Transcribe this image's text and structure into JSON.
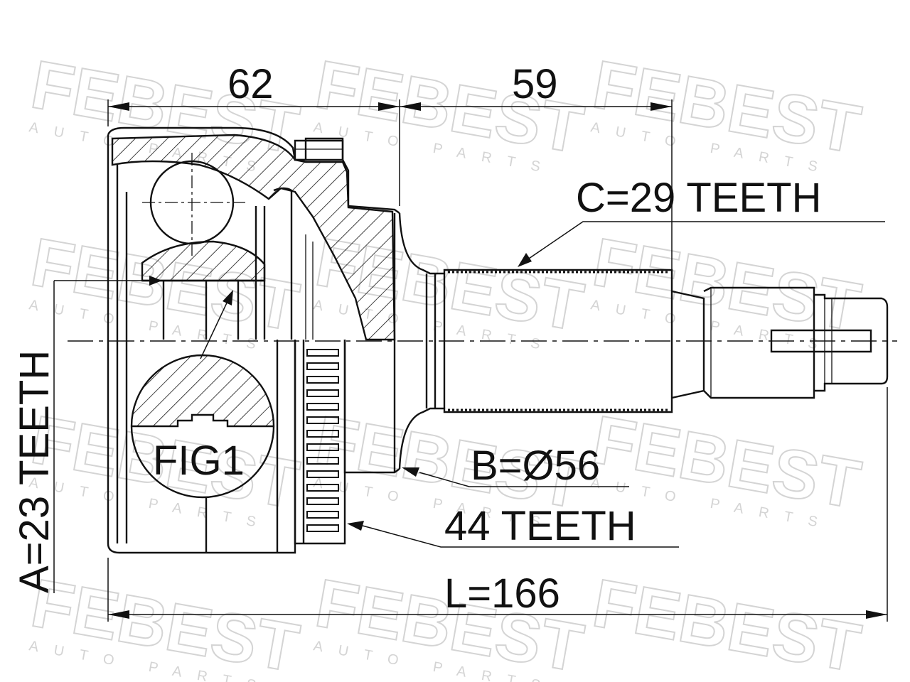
{
  "watermark": {
    "brand": "FEBEST",
    "sub": "AUTO PARTS"
  },
  "dimensions": {
    "outer_length": "62",
    "stem_length": "59",
    "total_length": "L=166"
  },
  "callouts": {
    "spline_c": "C=29 TEETH",
    "seal_b": "B=Ø56",
    "abs_teeth": "44 TEETH",
    "spline_a": "A=23 TEETH",
    "figure": "FIG1"
  }
}
